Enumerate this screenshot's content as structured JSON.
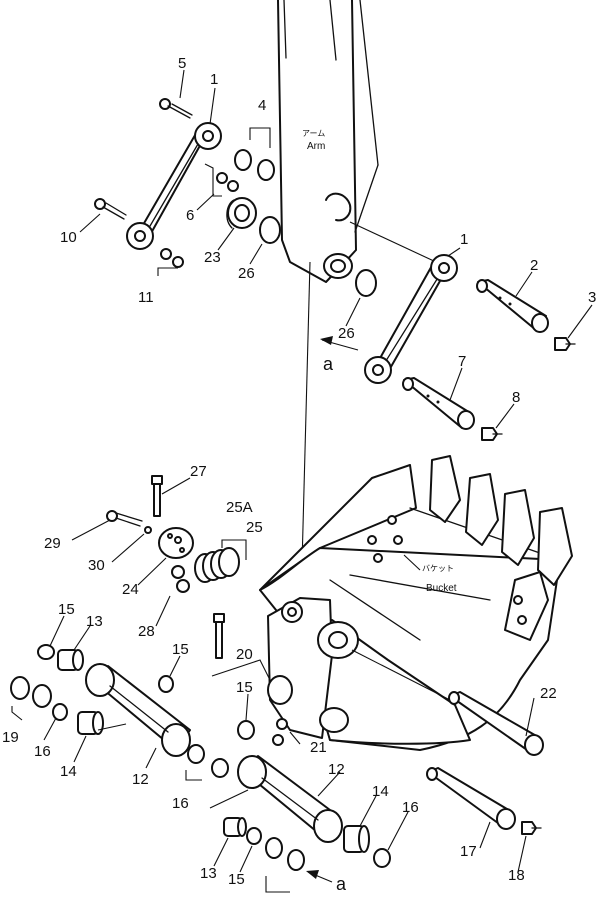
{
  "labels": {
    "arm_jp": "アーム",
    "arm_en": "Arm",
    "bucket_jp": "バケット",
    "bucket_en": "Bucket",
    "view_a_top": "a",
    "view_a_bottom": "a"
  },
  "callouts": {
    "c1a": "1",
    "c1b": "1",
    "c2": "2",
    "c3": "3",
    "c4": "4",
    "c5": "5",
    "c6": "6",
    "c7": "7",
    "c8": "8",
    "c10": "10",
    "c11": "11",
    "c12a": "12",
    "c12b": "12",
    "c13a": "13",
    "c13b": "13",
    "c14a": "14",
    "c14b": "14",
    "c15a": "15",
    "c15b": "15",
    "c15c": "15",
    "c15d": "15",
    "c16a": "16",
    "c16b": "16",
    "c16c": "16",
    "c17": "17",
    "c18": "18",
    "c19": "19",
    "c20": "20",
    "c21": "21",
    "c22": "22",
    "c23": "23",
    "c24": "24",
    "c25": "25",
    "c25a": "25A",
    "c26a": "26",
    "c26b": "26",
    "c27": "27",
    "c28": "28",
    "c29": "29",
    "c30": "30"
  }
}
